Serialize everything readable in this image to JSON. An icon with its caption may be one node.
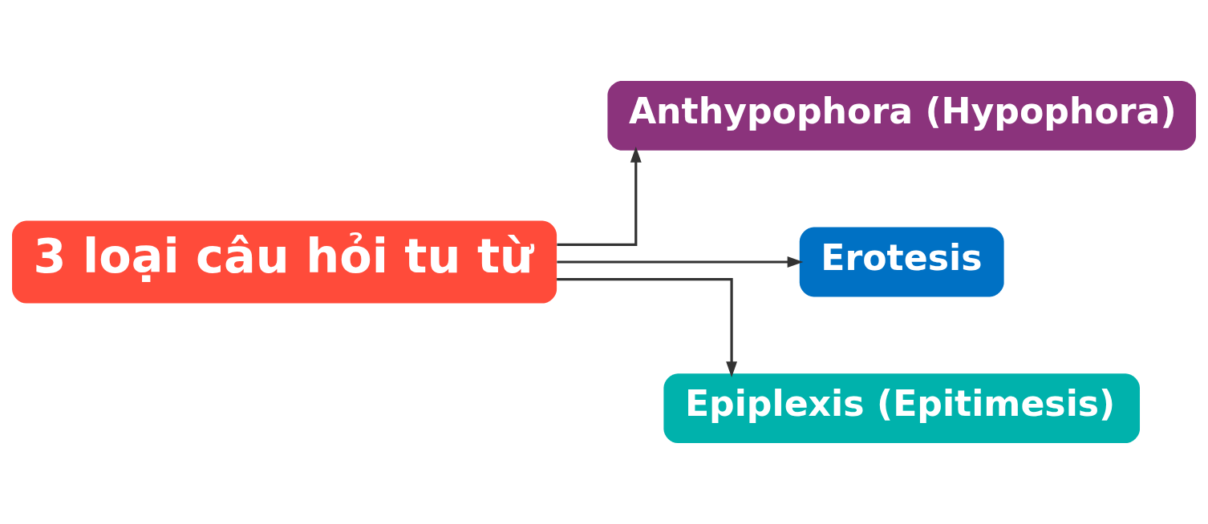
{
  "diagram": {
    "nodes": [
      {
        "text": [
          "3 loại câu hỏi tu từ"
        ]
      },
      {
        "text": [
          "Anthypophora (Hypophora)"
        ]
      },
      {
        "text": [
          "Erotesis"
        ]
      },
      {
        "text": [
          "Epiplexis (Epitimesis)"
        ]
      }
    ],
    "edges": [
      {
        "from": 0,
        "to": 1,
        "arrow": "to"
      },
      {
        "from": 0,
        "to": 2,
        "arrow": "to"
      },
      {
        "from": 0,
        "to": 3,
        "arrow": "to"
      }
    ]
  }
}
